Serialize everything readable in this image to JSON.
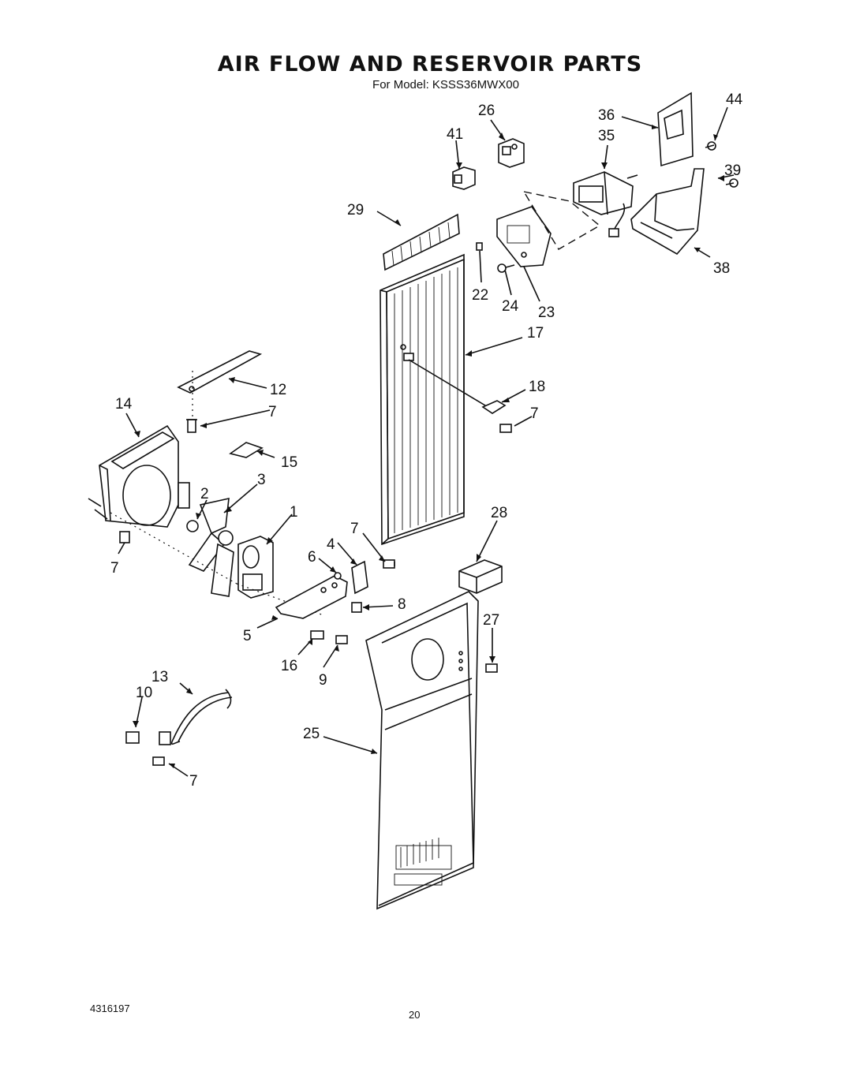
{
  "header": {
    "title": "AIR FLOW AND RESERVOIR PARTS",
    "subtitle": "For Model: KSSS36MWX00"
  },
  "footer": {
    "doc_number": "4316197",
    "page_number": "20"
  },
  "callouts": {
    "c1": "1",
    "c2": "2",
    "c3": "3",
    "c4": "4",
    "c5": "5",
    "c6": "6",
    "c7a": "7",
    "c7b": "7",
    "c7c": "7",
    "c7d": "7",
    "c7e": "7",
    "c8": "8",
    "c9": "9",
    "c10": "10",
    "c12": "12",
    "c13": "13",
    "c14": "14",
    "c15": "15",
    "c16": "16",
    "c17": "17",
    "c18": "18",
    "c22": "22",
    "c23": "23",
    "c24": "24",
    "c25": "25",
    "c26": "26",
    "c27": "27",
    "c28": "28",
    "c29": "29",
    "c35": "35",
    "c36": "36",
    "c38": "38",
    "c39": "39",
    "c41": "41",
    "c44": "44"
  }
}
